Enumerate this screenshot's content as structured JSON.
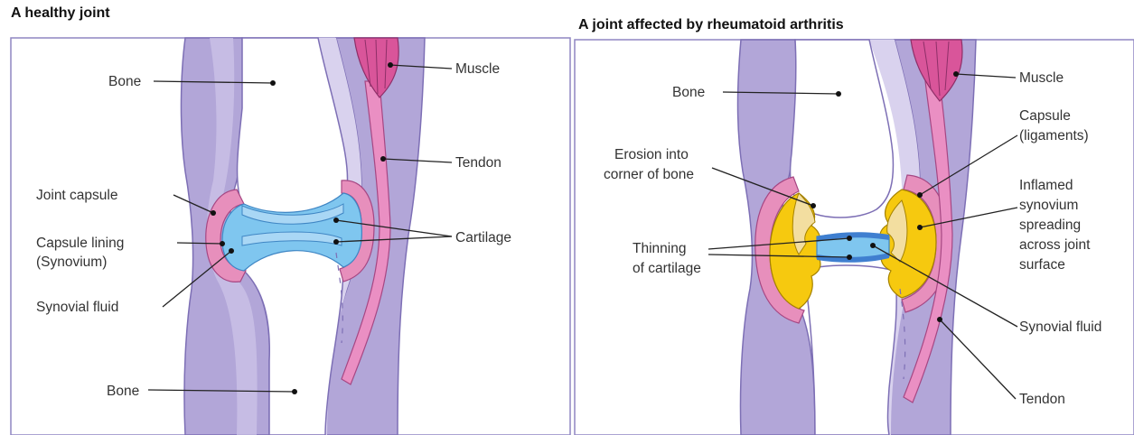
{
  "panels": {
    "healthy": {
      "title": "A healthy joint",
      "labels": {
        "bone_top": "Bone",
        "muscle": "Muscle",
        "tendon": "Tendon",
        "joint_capsule": "Joint capsule",
        "capsule_lining_1": "Capsule lining",
        "capsule_lining_2": "(Synovium)",
        "cartilage": "Cartilage",
        "synovial_fluid": "Synovial fluid",
        "bone_bottom": "Bone"
      }
    },
    "ra": {
      "title": "A joint affected by rheumatoid arthritis",
      "labels": {
        "bone": "Bone",
        "muscle": "Muscle",
        "capsule_1": "Capsule",
        "capsule_2": "(ligaments)",
        "erosion_1": "Erosion into",
        "erosion_2": "corner of bone",
        "inflamed_1": "Inflamed",
        "inflamed_2": "synovium",
        "inflamed_3": "spreading",
        "inflamed_4": "across joint",
        "inflamed_5": "surface",
        "thinning_1": "Thinning",
        "thinning_2": "of cartilage",
        "synovial_fluid": "Synovial fluid",
        "tendon": "Tendon"
      }
    }
  },
  "colors": {
    "bone_shaft": "#b2a6d8",
    "bone_light": "#d9d2ee",
    "capsule": "#e78fbc",
    "tendon": "#ea8fc3",
    "muscle": "#d9559a",
    "fluid": "#7fc6ef",
    "cartilage": "#7eb4e6",
    "inflamed": "#f6c90f",
    "panel_border": "#8f86c2"
  }
}
